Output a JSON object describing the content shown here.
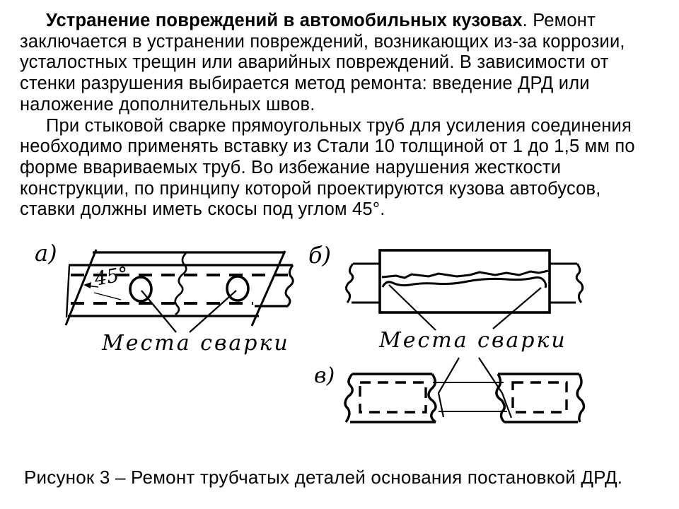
{
  "page": {
    "background": "#ffffff",
    "ink": "#000000"
  },
  "paragraph1": {
    "lead_bold": "Устранение повреждений в автомобильных кузовах",
    "lead_rest": ". Ремонт",
    "lines": [
      "заключается в устранении повреждений, возникающих из-за коррозии,",
      "усталостных трещин или аварийных повреждений. В зависимости от",
      "стенки разрушения выбирается метод ремонта: введение ДРД или",
      "наложение дополнительных швов."
    ]
  },
  "paragraph2": {
    "lines": [
      "При стыковой сварке прямоугольных труб для усиления соединения",
      "необходимо применять вставку из Стали 10 толщиной от 1 до 1,5 мм по",
      "форме ввариваемых труб. Во избежание нарушения жесткости",
      "конструкции, по принципу которой проектируются кузова автобусов,",
      "ставки должны иметь скосы под углом 45°."
    ]
  },
  "figure": {
    "label_a": "а)",
    "label_b": "б)",
    "label_v": "в)",
    "angle_annotation": "45°",
    "weld_label_a": "Места сварки",
    "weld_label_b": "Места сварки"
  },
  "caption": {
    "text": "Рисунок 3 – Ремонт трубчатых деталей основания постановкой ДРД."
  }
}
